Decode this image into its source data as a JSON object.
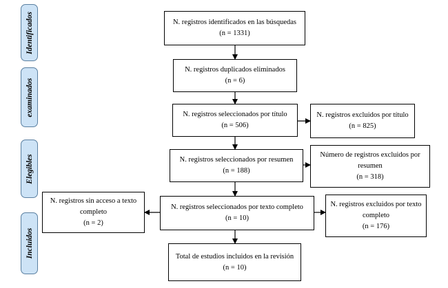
{
  "phases": [
    {
      "label": "Identificados"
    },
    {
      "label": "examinados"
    },
    {
      "label": "Elegibles"
    },
    {
      "label": "Incluidos"
    }
  ],
  "boxes": {
    "identified": {
      "line1": "N. registros identificados en las búsquedas",
      "line2": "(n = 1331)"
    },
    "duplicates": {
      "line1": "N. registros duplicados eliminados",
      "line2": "(n = 6)"
    },
    "by_title": {
      "line1": "N. registros seleccionados por título",
      "line2": "(n = 506)"
    },
    "excluded_title": {
      "line1": "N. registros excluidos por título",
      "line2": "(n = 825)"
    },
    "by_abstract": {
      "line1": "N. registros seleccionados por resumen",
      "line2": "(n = 188)"
    },
    "excluded_abstract": {
      "line1": "Número de registros excluidos por resumen",
      "line2": "(n = 318)"
    },
    "fulltext": {
      "line1": "N. registros seleccionados por texto completo",
      "line2": "(n = 10)"
    },
    "no_access": {
      "line1": "N. registros sin acceso a texto completo",
      "line2": "(n = 2)"
    },
    "excluded_fulltext": {
      "line1": "N. registros excluidos por texto completo",
      "line2": "(n = 176)"
    },
    "included": {
      "line1": "Total de estudios incluidos en la revisión",
      "line2": "(n = 10)"
    }
  }
}
